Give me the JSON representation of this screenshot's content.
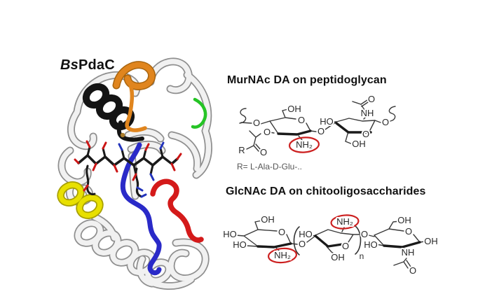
{
  "protein": {
    "label_italic": "Bs",
    "label_rest": "PdaC"
  },
  "sections": [
    {
      "id": "murnac",
      "title": "MurNAc DA on peptidoglycan",
      "note": "R= L-Ala-D-Glu-.."
    },
    {
      "id": "glcnac",
      "title": "GlcNAc DA on chitooligosaccharides"
    }
  ],
  "atoms": {
    "OH": "OH",
    "HO": "HO",
    "O": "O",
    "NH": "NH",
    "NH2": "NH₂",
    "R": "R",
    "n": "n"
  },
  "colors": {
    "highlight_red_circle": "#cc2020",
    "orange": "#e0851e",
    "black": "#141414",
    "green": "#25c425",
    "yellow": "#e8e000",
    "blue": "#2a2ac8",
    "red": "#d41a1a",
    "ligand": "#1a1a1a",
    "oxygen_red": "#cc1515",
    "nitrogen_blue": "#2233bb",
    "cofactor_tan": "#ab7d2c"
  }
}
